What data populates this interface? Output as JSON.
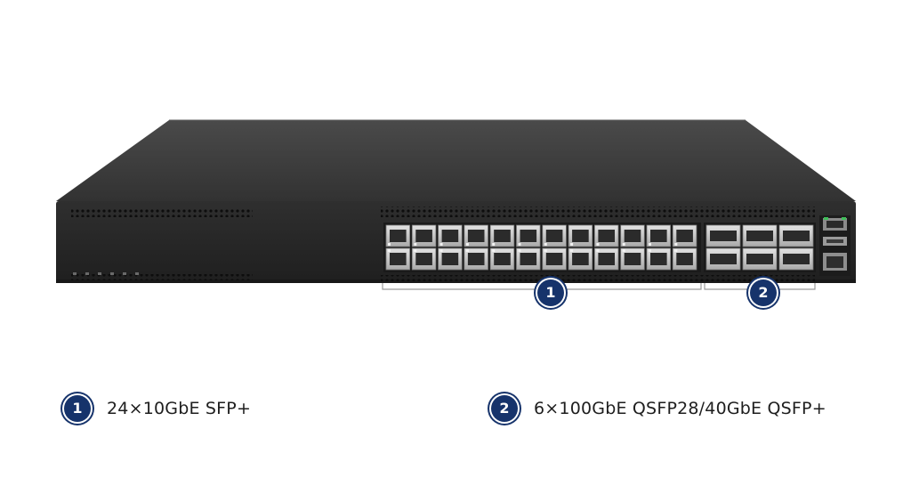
{
  "callouts": [
    {
      "number": "1",
      "label": "24×10GbE SFP+"
    },
    {
      "number": "2",
      "label": "6×100GbE QSFP28/40GbE QSFP+"
    }
  ],
  "colors": {
    "badge_fill": "#16336b",
    "chassis_body": "#2a2a2a",
    "chassis_top": "#3a3a3a",
    "port_metal": "#c9c9c9",
    "bracket_line": "#9a9a9a"
  }
}
